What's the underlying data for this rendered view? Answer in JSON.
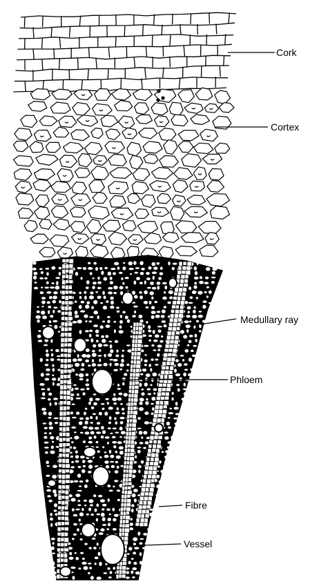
{
  "labels": {
    "cork": "Cork",
    "cortex": "Cortex",
    "medullary_ray": "Medullary ray",
    "phloem": "Phloem",
    "fibre": "Fibre",
    "vessel": "Vessel"
  }
}
